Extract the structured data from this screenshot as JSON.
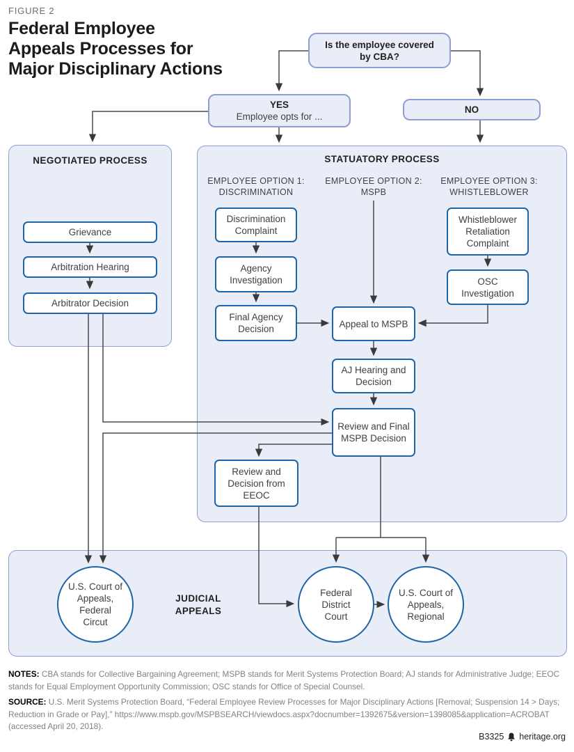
{
  "figure": {
    "label": "FIGURE 2",
    "title_lines": [
      "Federal Employee",
      "Appeals Processes for",
      "Major Disciplinary Actions"
    ]
  },
  "decision": {
    "question": "Is the employee covered by CBA?"
  },
  "branches": {
    "yes_label": "YES",
    "yes_sub": "Employee opts for ...",
    "no_label": "NO"
  },
  "negotiated": {
    "header": "NEGOTIATED PROCESS",
    "steps": [
      "Grievance",
      "Arbitration Hearing",
      "Arbitrator Decision"
    ]
  },
  "statuatory": {
    "header": "STATUATORY PROCESS",
    "options": [
      {
        "line1": "EMPLOYEE OPTION 1:",
        "line2": "DISCRIMINATION"
      },
      {
        "line1": "EMPLOYEE OPTION 2:",
        "line2": "MSPB"
      },
      {
        "line1": "EMPLOYEE OPTION 3:",
        "line2": "WHISTLEBLOWER"
      }
    ],
    "nodes": {
      "discrimination_complaint": "Discrimination Complaint",
      "agency_investigation": "Agency Investigation",
      "final_agency_decision": "Final Agency Decision",
      "appeal_to_mspb": "Appeal to MSPB",
      "aj_hearing": "AJ Hearing and Decision",
      "review_final_mspb": "Review and Final MSPB Decision",
      "review_eeoc": "Review and Decision from EEOC",
      "whistleblower_complaint": "Whistleblower Retaliation Complaint",
      "osc_investigation": "OSC Investigation"
    }
  },
  "judicial": {
    "header": "JUDICIAL APPEALS",
    "courts": {
      "federal_circuit": "U.S. Court of Appeals, Federal Circut",
      "district": "Federal District Court",
      "regional": "U.S. Court of Appeals, Regional"
    }
  },
  "notes": {
    "label": "NOTES:",
    "text": "CBA stands for Collective Bargaining Agreement; MSPB stands for Merit Systems Protection Board; AJ stands for Administrative Judge; EEOC stands for Equal Employment Opportunity Commission; OSC stands for Office of Special Counsel."
  },
  "source": {
    "label": "SOURCE:",
    "text": "U.S. Merit Systems Protection Board, “Federal Employee Review Processes for Major Disciplinary Actions [Removal; Suspension 14 > Days; Reduction in Grade or Pay],” https://www.mspb.gov/MSPBSEARCH/viewdocs.aspx?docnumber=1392675&version=1398085&application=ACROBAT (accessed April 20, 2018)."
  },
  "footer": {
    "id": "B3325",
    "site": "heritage.org"
  },
  "colors": {
    "panel_fill": "#e9edf8",
    "panel_border": "#8e9ed2",
    "node_border": "#1d64a9",
    "connector": "#4a4a4a",
    "text_dark": "#231f20",
    "text_body": "#414042",
    "text_notes": "#808285"
  }
}
